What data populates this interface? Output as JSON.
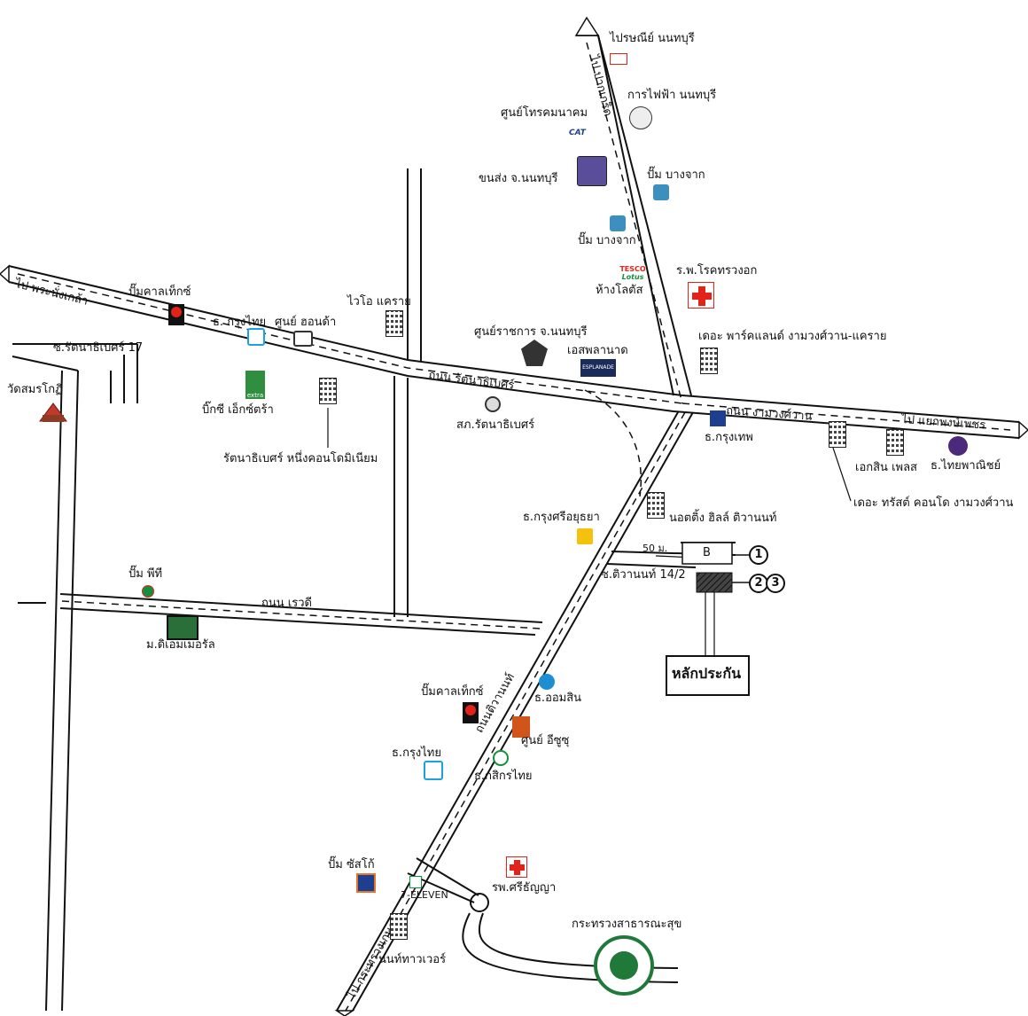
{
  "roads": {
    "ratthanathibet": "ถนน รัตนาธิเบศร์",
    "ngamwongwan": "ถนน งามวงศ์วาน",
    "tiwanon": "ถนนติวานนท์",
    "rewadi": "ถนน เรวดี",
    "tiwanon_14_2": "ซ.ติวานนท์ 14/2",
    "ratthanathibet_17": "ซ.รัตนาธิเบศร์ 17"
  },
  "directions": {
    "to_pak_kret": "ไป ปากเกร็ด",
    "to_phra_nang_klao": "ไป พระนั่งเกล้า",
    "to_khae_phong_phet": "ไป แยกพงษ์เพชร",
    "to_kasetsart": "ไป กระทรวงเกษตร"
  },
  "places": {
    "post_office": "ไปรษณีย์ นนทบุรี",
    "pea": "การไฟฟ้า นนทบุรี",
    "cat": "ศูนย์โทรคมนาคม",
    "transport": "ขนส่ง จ.นนทบุรี",
    "ptt_bangchak_top": "ปั๊ม บางจาก",
    "ptt_bangchak_mid": "ปั๊ม บางจาก",
    "lotus": "ห้างโลตัส",
    "chest_hospital": "ร.พ.โรคทรวงอก",
    "parkland": "เดอะ พาร์คแลนด์ งามวงศ์วาน-แคราย",
    "caltex_top": "ปั๊มคาลเท็กซ์",
    "ktb_top": "ธ. กรุงไทย",
    "honda": "ศูนย์ ฮอนด้า",
    "wio": "ไวโอ แคราย",
    "govt_center": "ศูนย์ราชการ จ.นนทบุรี",
    "esplanade": "เอสพลานาด",
    "wat": "วัดสมรโกฏิ",
    "bigc": "บิ๊กซี เอ็กซ์ตร้า",
    "condo": "รัตนาธิเบศร์ หนึ่งคอนโดมิเนียม",
    "police": "สภ.รัตนาธิเบศร์",
    "bbl": "ธ.กรุงเทพ",
    "ekasin": "เอกสิน เพลส",
    "scb": "ธ.ไทยพาณิชย์",
    "trust_condo": "เดอะ ทรัสต์ คอนโด งามวงศ์วาน",
    "notting_hill": "นอตติ้ง ฮิลล์ ติวานนท์",
    "krungsri": "ธ.กรุงศรีอยุธยา",
    "ptt": "ปั๊ม พีที",
    "diamond": "ม.ดิเอมเมอรัล",
    "caltex_low": "ปั๊มคาลเท็กซ์",
    "gsb": "ธ.ออมสิน",
    "isuzu": "ศูนย์ อีซูซุ",
    "ktb_low": "ธ.กรุงไทย",
    "kbank": "ธ.กสิกรไทย",
    "susco": "ปั๊ม ซัสโก้",
    "seven": "7-ELEVEN",
    "srithanya": "รพ.ศรีธัญญา",
    "moph": "กระทรวงสาธารณะสุข",
    "nonthaburi_tower": "นนท์ทาวเวอร์"
  },
  "logos": {
    "tesco_top": "TESCO",
    "tesco_bottom": "Lotus",
    "cat_logo": "CAT",
    "bigc_logo": "extra",
    "esplanade_logo": "ESPLANADE"
  },
  "markers": {
    "distance": "50 ม.",
    "b_label": "B",
    "m1": "1",
    "m2": "2",
    "m3": "3",
    "lak_prakan": "หลักประกัน"
  },
  "colors": {
    "road": "#111111",
    "hospital_red": "#e2231a",
    "ktb_blue": "#1ba0e0",
    "bbl_navy": "#1e3f8f",
    "scb_purple": "#4b2a7b",
    "kbank_green": "#138f3e",
    "krungsri_yellow": "#f4c20d",
    "gsb_blue": "#1d8ed2",
    "moph_green": "#1f7a3a"
  }
}
